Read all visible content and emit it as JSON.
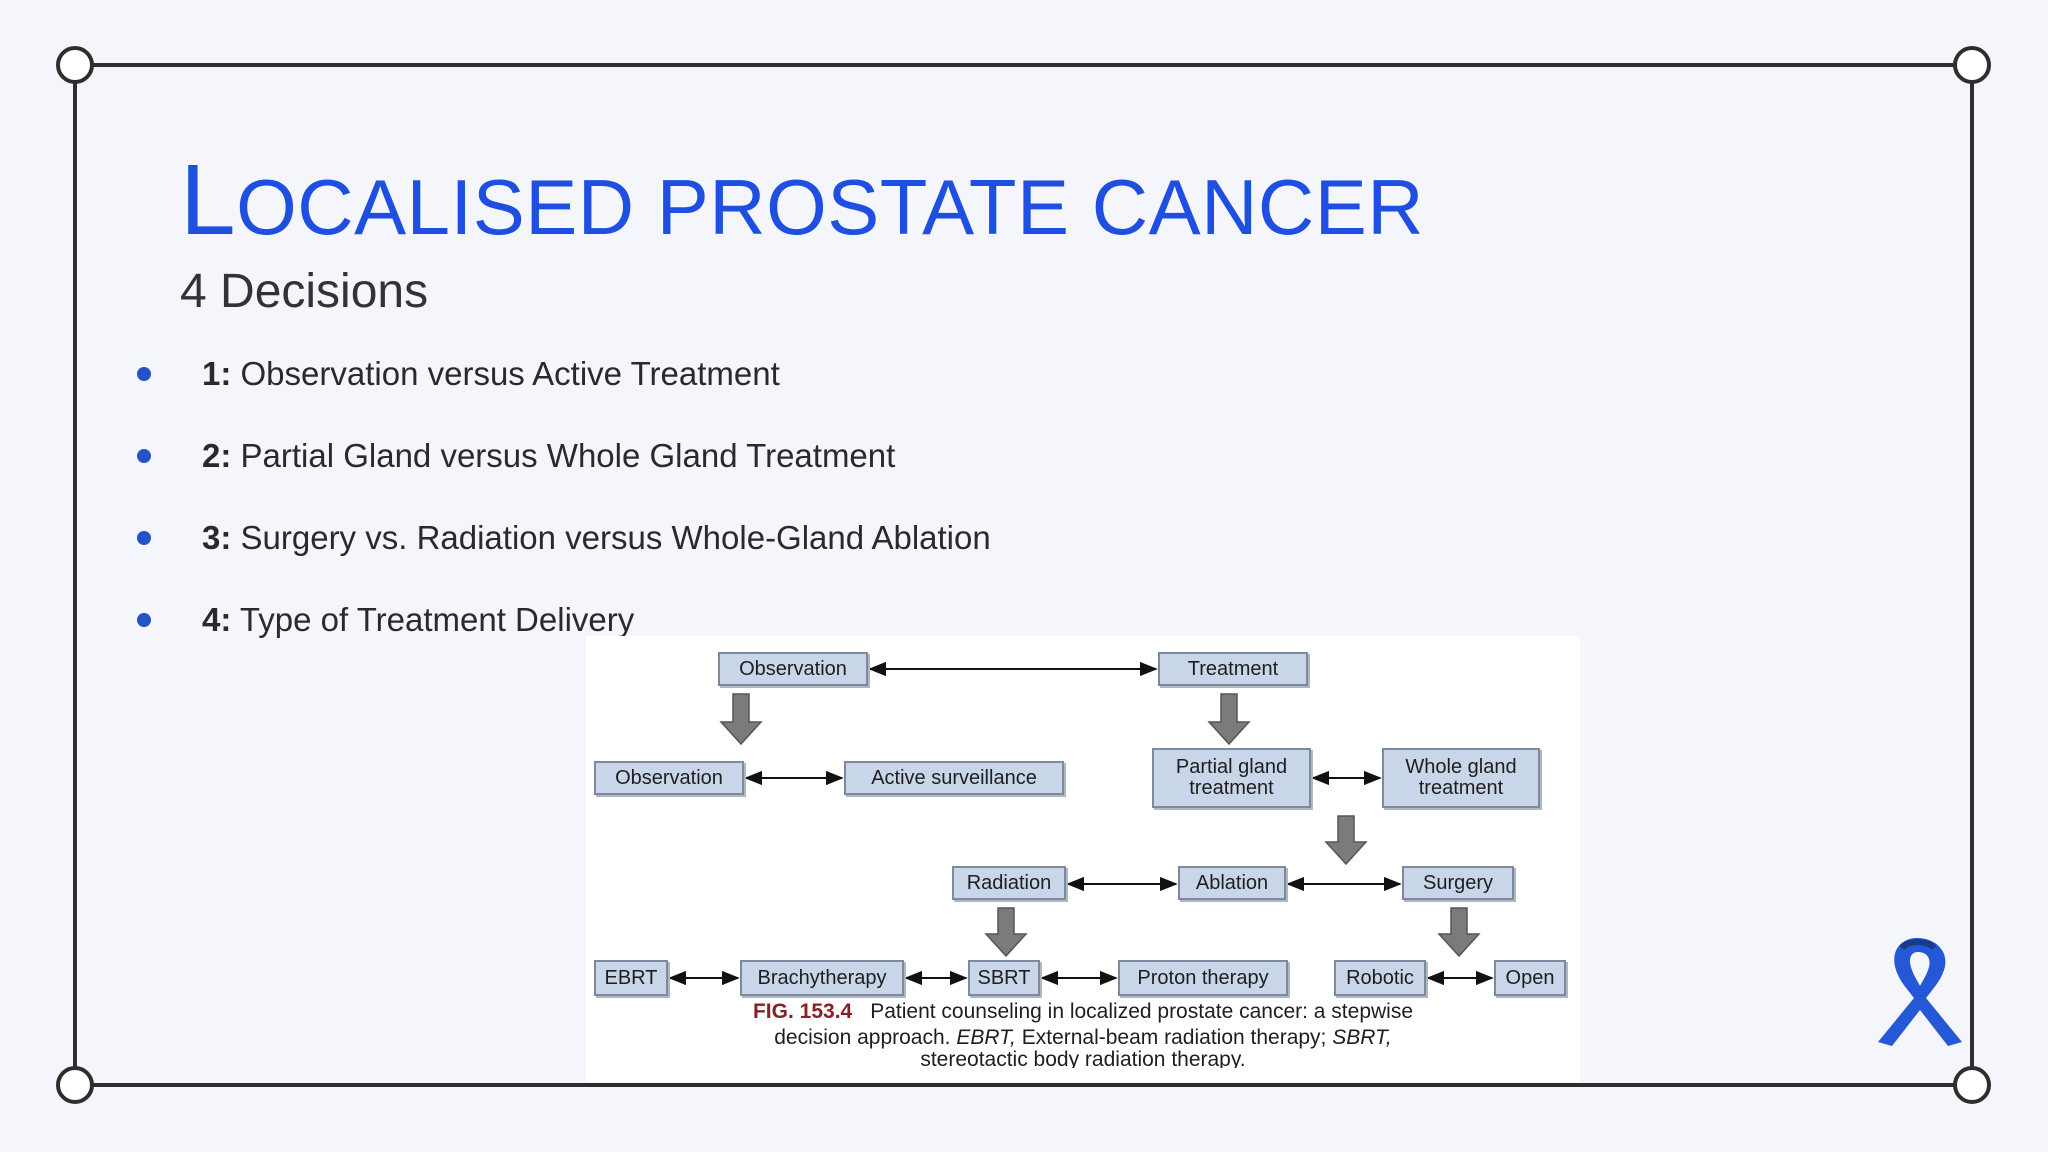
{
  "slide": {
    "title_first": "L",
    "title_rest": "OCALISED PROSTATE CANCER",
    "subtitle": "4 Decisions",
    "accent_color": "#1f4fe0",
    "frame_color": "#2e2e2e",
    "bullets": [
      {
        "num": "1:",
        "text": " Observation versus Active Treatment"
      },
      {
        "num": "2:",
        "text": " Partial Gland versus Whole Gland Treatment"
      },
      {
        "num": "3:",
        "text": " Surgery vs. Radiation versus Whole-Gland Ablation"
      },
      {
        "num": "4:",
        "text": " Type of Treatment Delivery"
      }
    ],
    "ribbon_icon": "awareness-ribbon-icon",
    "ribbon_color": "#2458d6"
  },
  "figure": {
    "nodes": {
      "observation_top": "Observation",
      "treatment": "Treatment",
      "observation": "Observation",
      "active_surveillance": "Active surveillance",
      "partial_gland": "Partial gland\ntreatment",
      "whole_gland": "Whole gland\ntreatment",
      "radiation": "Radiation",
      "ablation": "Ablation",
      "surgery": "Surgery",
      "ebrt": "EBRT",
      "brachytherapy": "Brachytherapy",
      "sbrt": "SBRT",
      "proton_therapy": "Proton therapy",
      "robotic": "Robotic",
      "open": "Open"
    },
    "caption": {
      "label": "FIG. 153.4",
      "line1": "Patient counseling in localized prostate cancer: a stepwise",
      "line2_a": "decision approach. ",
      "line2_b": "EBRT,",
      "line2_c": " External-beam radiation therapy; ",
      "line2_d": "SBRT,",
      "line3": "stereotactic body radiation therapy."
    }
  }
}
